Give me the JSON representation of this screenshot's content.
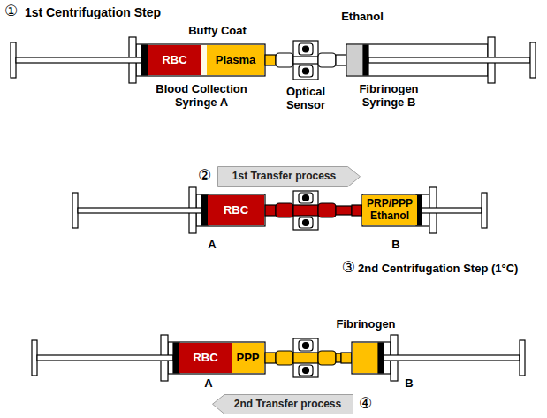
{
  "diagram": {
    "nodes": [
      {
        "text": [
          "RBC"
        ]
      },
      {
        "text": [
          "Plasma"
        ]
      },
      {
        "text": [
          "1st Transfer process"
        ]
      },
      {
        "text": [
          "RBC"
        ]
      },
      {
        "text": [
          "PRP/PPP Ethanol"
        ]
      },
      {
        "text": [
          "RBC"
        ]
      },
      {
        "text": [
          "PPP"
        ]
      },
      {
        "text": [
          "2nd Transfer process"
        ]
      }
    ],
    "labels": [
      "①",
      "1st Centrifugation Step",
      "Buffy Coat",
      "Ethanol",
      "Blood Collection Syringe A",
      "Optical Sensor",
      "Fibrinogen Syringe B",
      "②",
      "A",
      "B",
      "③",
      "2nd Centrifugation Step (1°C)",
      "Fibrinogen",
      "A",
      "B",
      "④"
    ]
  }
}
